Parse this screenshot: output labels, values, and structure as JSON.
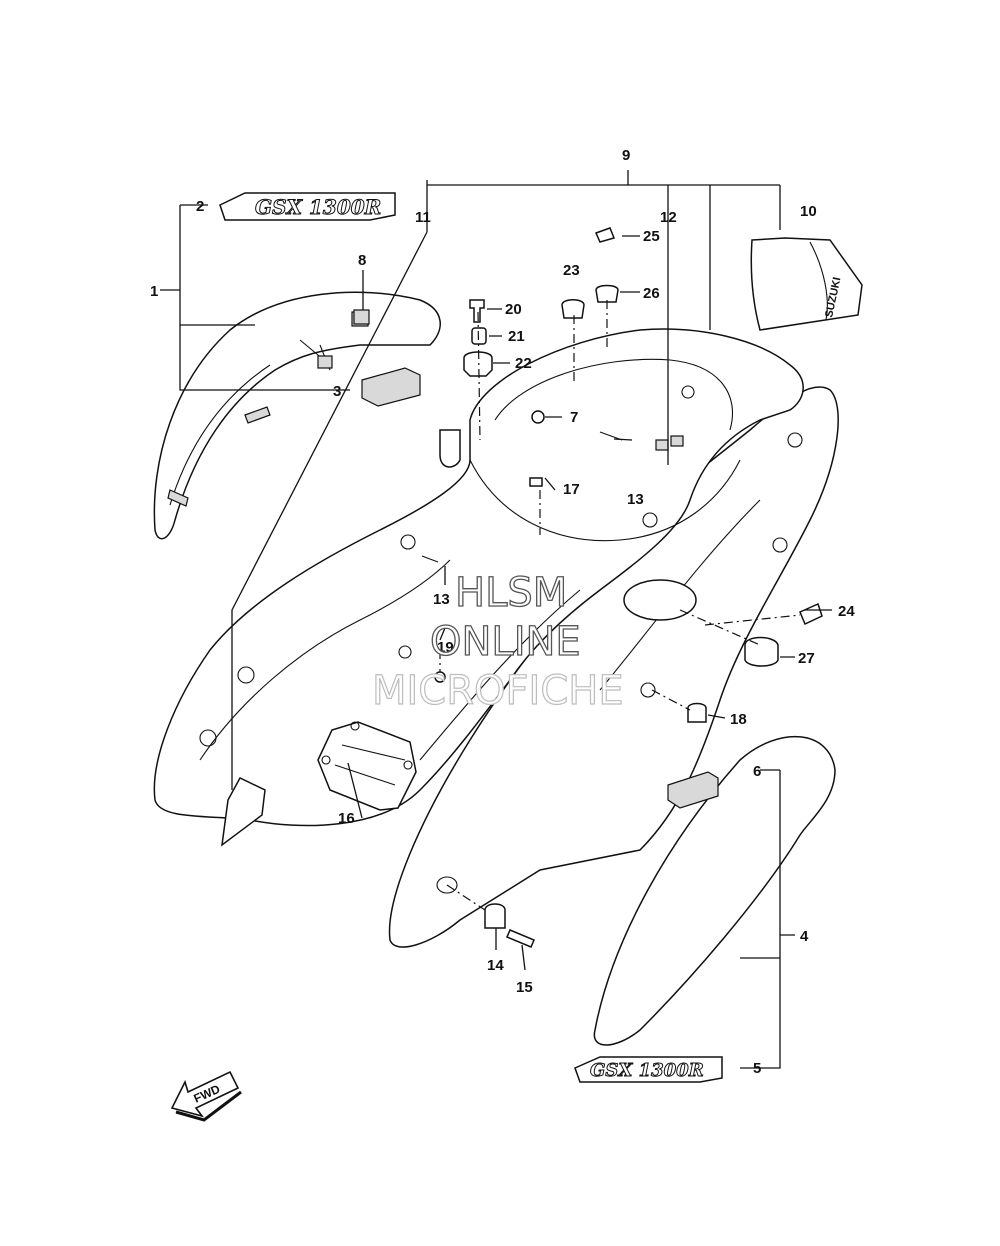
{
  "diagram": {
    "part_numbers": [
      "1",
      "2",
      "3",
      "4",
      "5",
      "6",
      "7",
      "8",
      "9",
      "10",
      "11",
      "12",
      "13",
      "13",
      "14",
      "15",
      "16",
      "17",
      "18",
      "19",
      "20",
      "21",
      "22",
      "23",
      "24",
      "25",
      "26",
      "27"
    ],
    "emblem_text": "GSX 1300R",
    "tail_logo": "SUZUKI",
    "direction_marker": "FWD"
  },
  "watermark": {
    "line1": "HLSM",
    "line2": "ONLINE",
    "line3": "MICROFICHE"
  }
}
